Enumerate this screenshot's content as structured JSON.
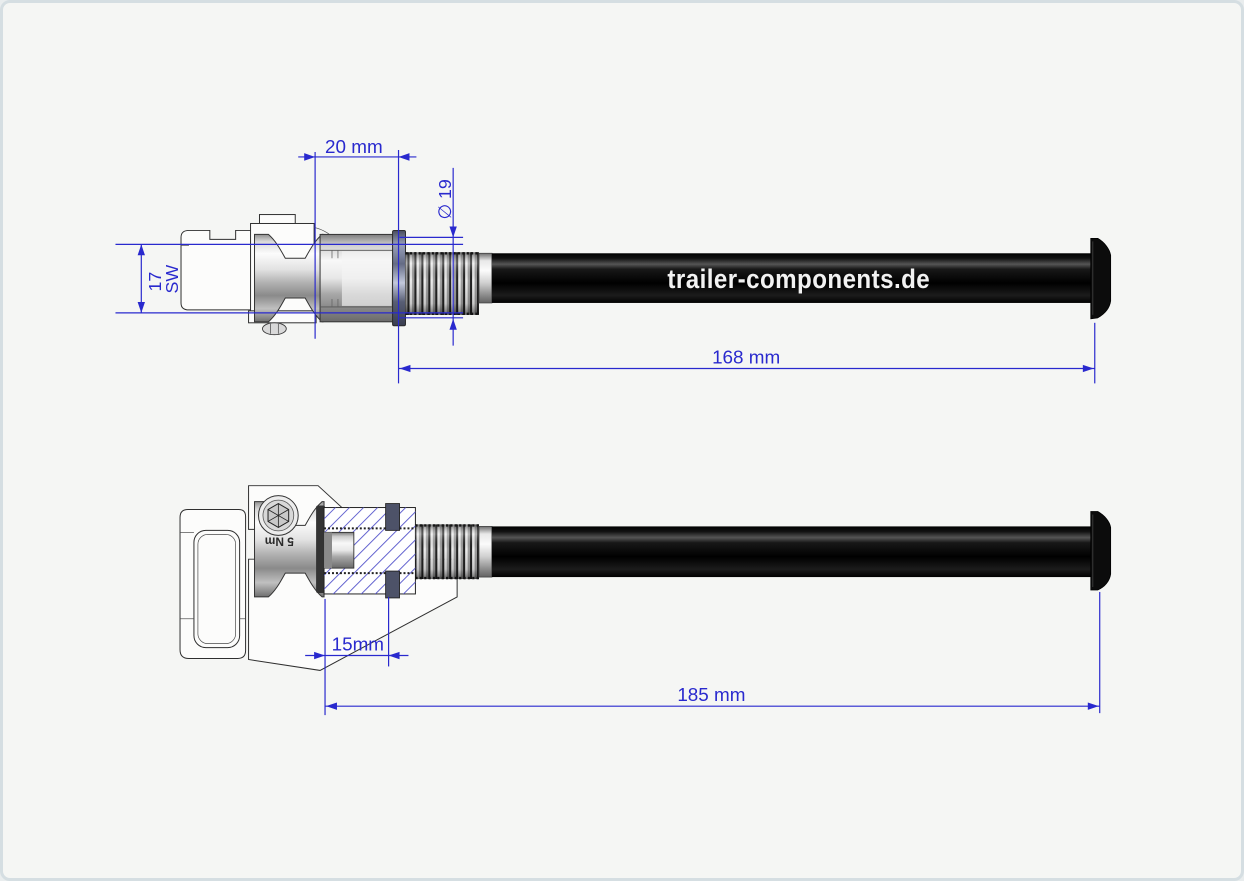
{
  "page": {
    "background_color": "#f5f6f4",
    "border_color": "#d5dee2",
    "drawing_type": "technical-drawing, thru-axle with clamp lever, two views"
  },
  "drawing": {
    "shaft_label": "trailer-components.de",
    "torque_label": "5 Nm",
    "dimension_color": "#2929ce",
    "hatch_color": "#5353cb",
    "shaft_color": "#0a0a0a",
    "dimensions": {
      "d20": {
        "label": "20 mm"
      },
      "d19": {
        "label": "∅ 19"
      },
      "d17": {
        "line1": "17",
        "line2": "SW"
      },
      "d168": {
        "label": "168 mm"
      },
      "d15": {
        "label": "15mm"
      },
      "d185": {
        "label": "185 mm"
      }
    }
  }
}
